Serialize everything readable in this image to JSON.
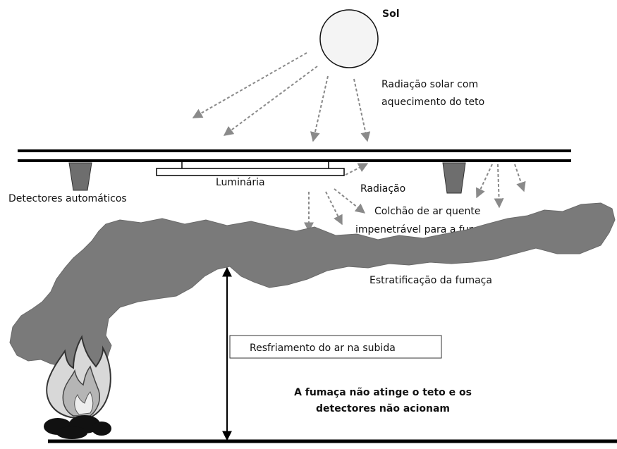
{
  "labels": {
    "sun": "Sol",
    "solar_radiation_line1": "Radiação solar com",
    "solar_radiation_line2": "aquecimento do teto",
    "luminaire": "Luminária",
    "detectors": "Detectores automáticos",
    "radiation": "Radiação",
    "hot_air_line1": "Colchão de ar quente",
    "hot_air_line2": "impenetrável para a fumaça",
    "stratification": "Estratificação da fumaça",
    "cooling": "Resfriamento do ar  na subida",
    "conclusion_line1": "A fumaça não atinge o teto e os",
    "conclusion_line2": "detectores não acionam"
  },
  "colors": {
    "smoke": "#7a7a7a",
    "arrow": "#8a8a8a",
    "detector": "#6e6e6e",
    "line": "#000000"
  }
}
